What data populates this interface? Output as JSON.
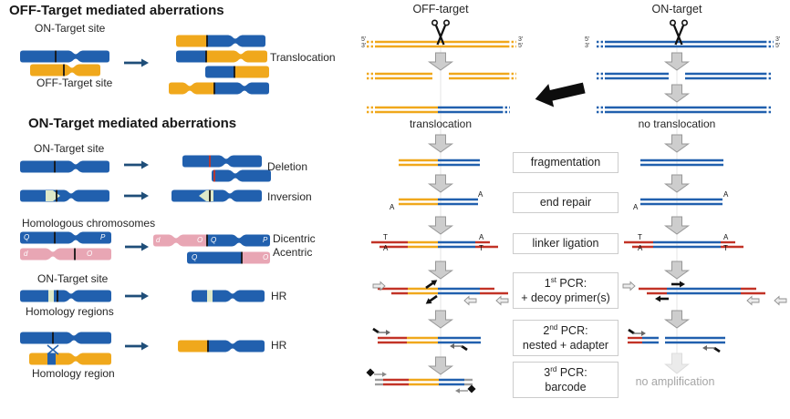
{
  "figure": {
    "left": {
      "off_section": {
        "title": "OFF-Target mediated aberrations",
        "on_target_site": "ON-Target site",
        "off_target_site": "OFF-Target site",
        "result_label": "Translocation"
      },
      "on_section": {
        "title": "ON-Target mediated aberrations",
        "on_target_site": "ON-Target site",
        "deletion_label": "Deletion",
        "inversion_label": "Inversion",
        "homologous_label": "Homologous chromosomes",
        "dicentric_label": "Dicentric",
        "acentric_label": "Acentric",
        "on_target_site2": "ON-Target site",
        "homology_regions_label": "Homology regions",
        "hr_label_1": "HR",
        "homology_region_label": "Homology region",
        "hr_label_2": "HR",
        "letters": {
          "q": "Q",
          "p": "P",
          "d": "d",
          "o": "O"
        }
      }
    },
    "right": {
      "off_column_title": "OFF-target",
      "on_column_title": "ON-target",
      "off_result": "translocation",
      "on_result": "no translocation",
      "no_amplification": "no amplification",
      "five_prime": "5'",
      "three_prime": "3'",
      "base_a": "A",
      "base_t": "T",
      "steps": [
        {
          "line1": "fragmentation"
        },
        {
          "line1": "end repair"
        },
        {
          "line1": "linker ligation"
        },
        {
          "num": "1",
          "ord": "st",
          "rest": " PCR:",
          "line2": "+ decoy primer(s)"
        },
        {
          "num": "2",
          "ord": "nd",
          "rest": " PCR:",
          "line2": "nested + adapter"
        },
        {
          "num": "3",
          "ord": "rd",
          "rest": " PCR:",
          "line2": "barcode"
        }
      ]
    },
    "colors": {
      "blue": "#2160ae",
      "yellow": "#f0a81c",
      "pink": "#e8a6b4",
      "green": "#dfe9c8",
      "red": "#c23327",
      "navy": "#1f4e79",
      "gray_fill": "#cdcdcd",
      "gray_stroke": "#979797",
      "faded_fill": "#ebebeb",
      "faded_stroke": "#dcdcdc",
      "strand_gray": "#9e9e9e",
      "line_light": "#e6e6e6",
      "muted_text": "#a6a6a6"
    }
  }
}
